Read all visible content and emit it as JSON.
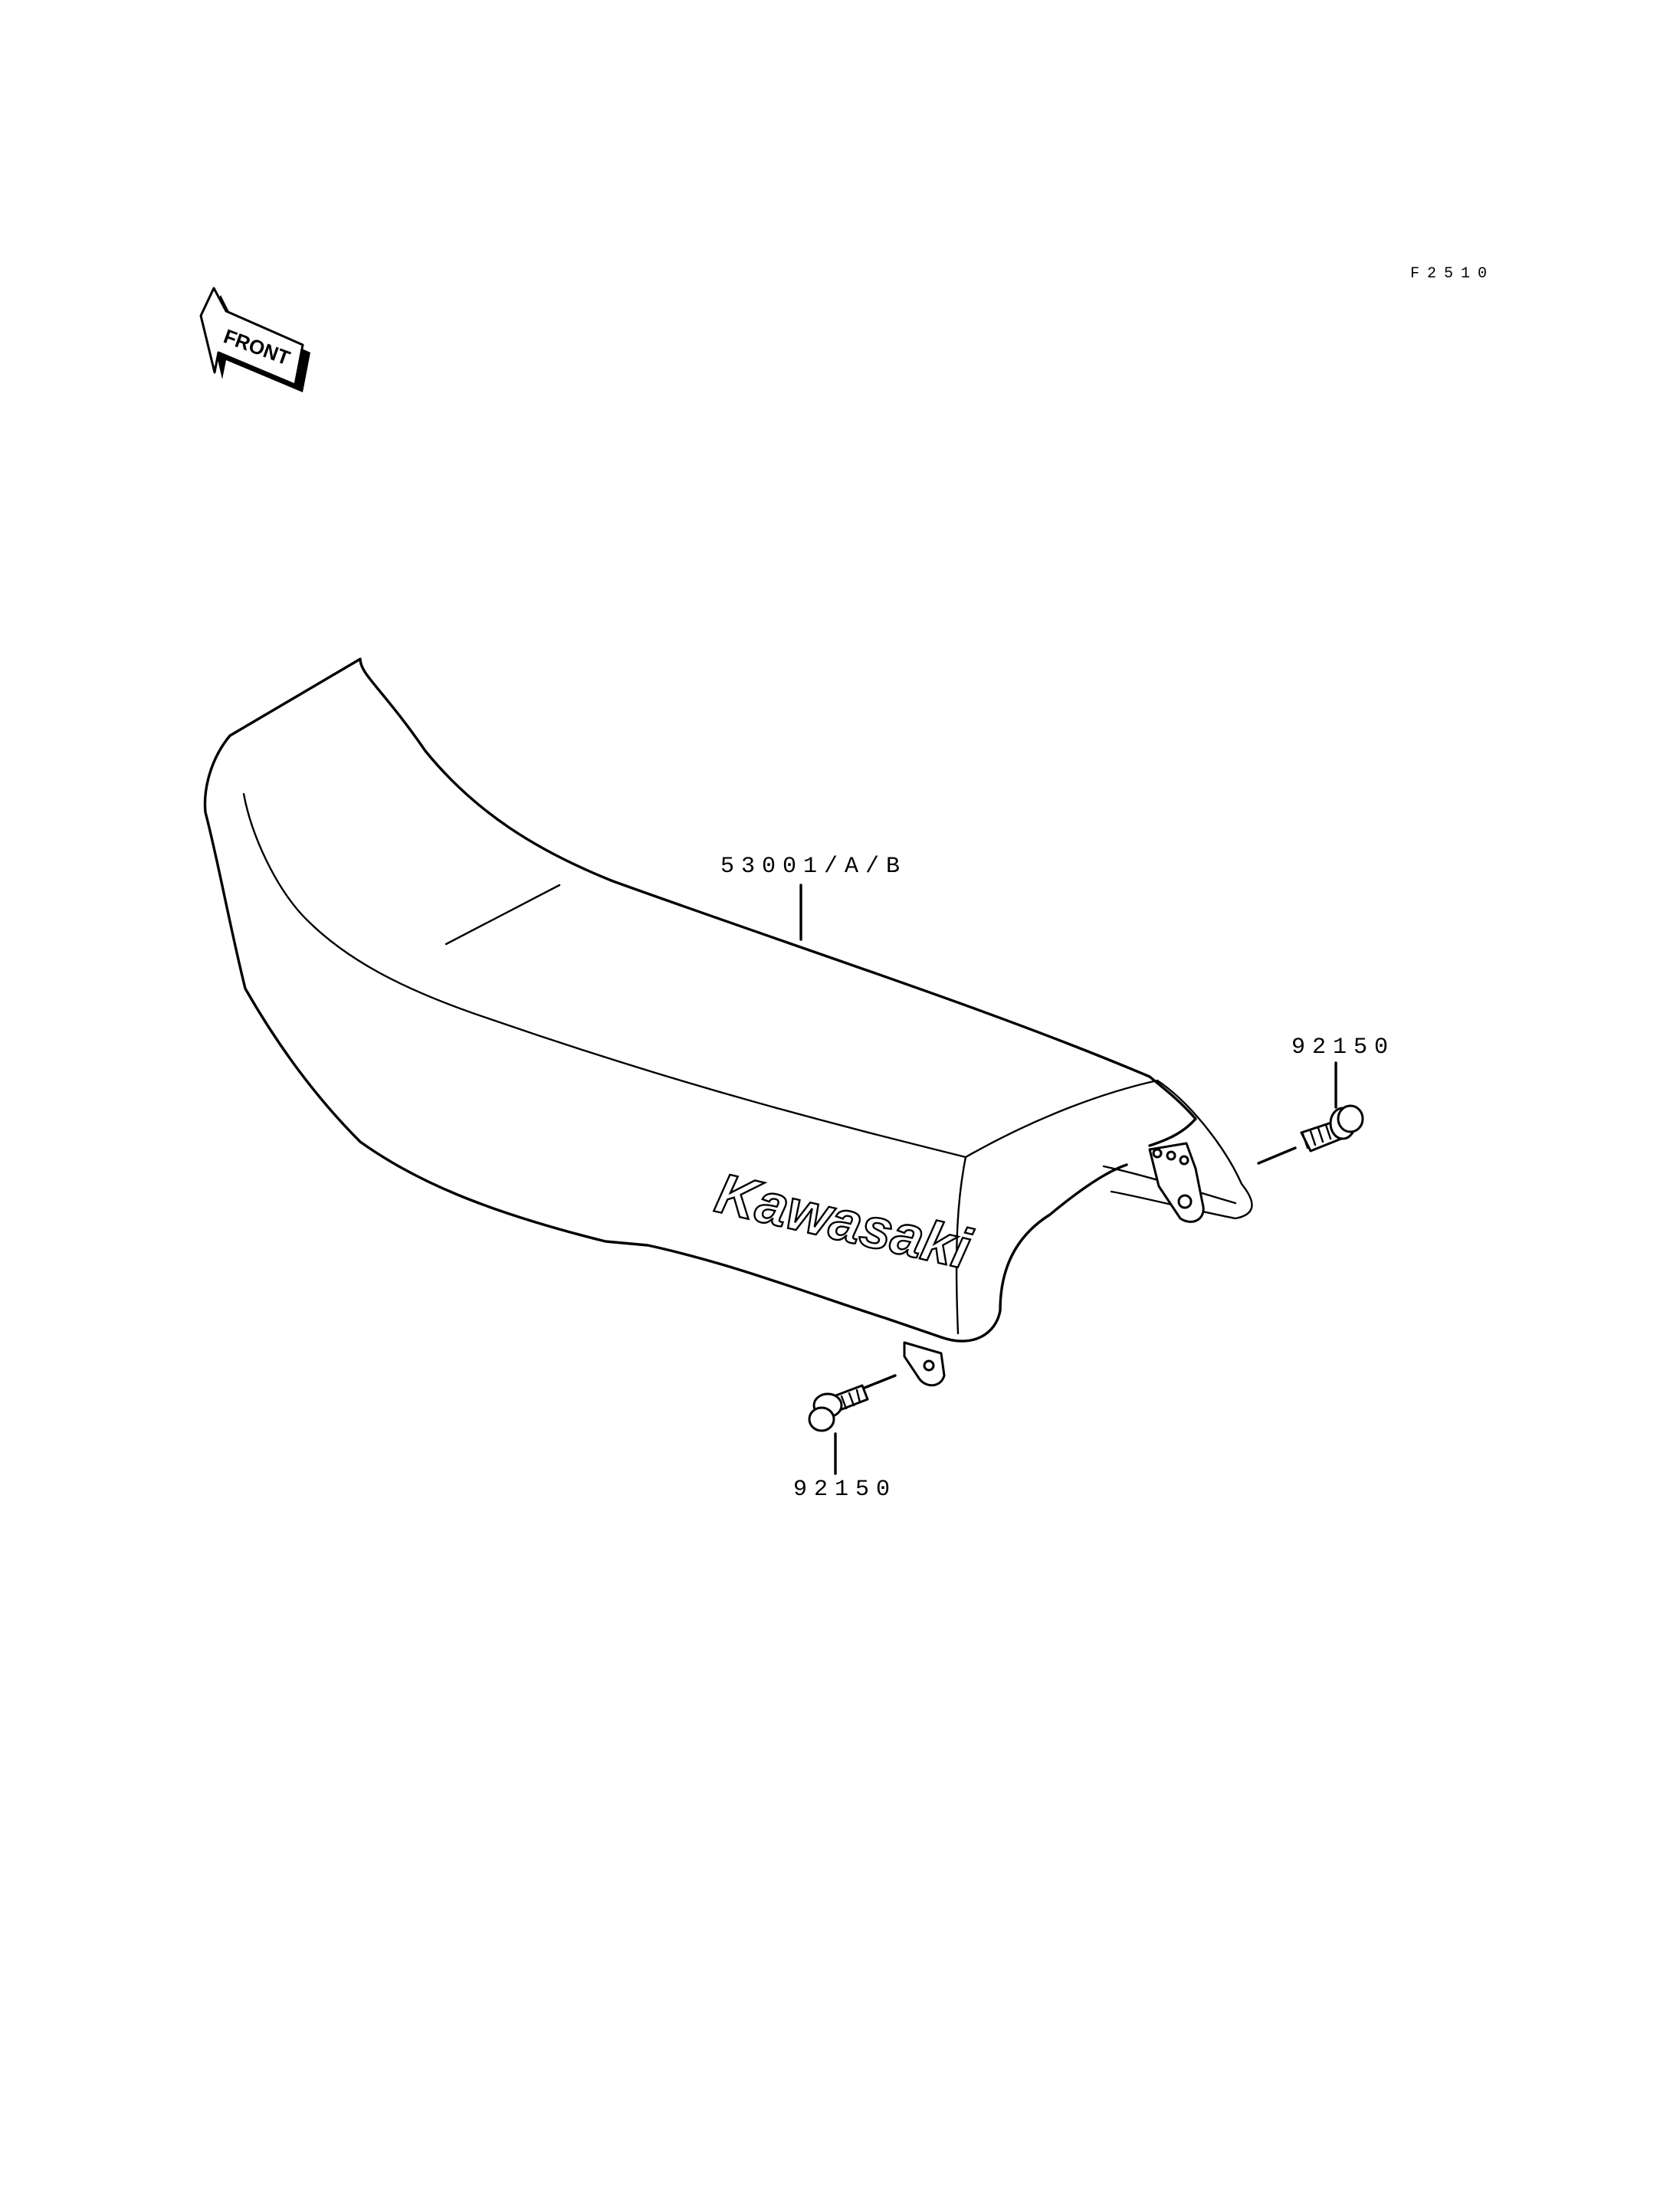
{
  "figure_number": "F2510",
  "front_label": "FRONT",
  "brand_logo": "Kawasaki",
  "callouts": {
    "seat": "53001/A/B",
    "bolt_rear": "92150",
    "bolt_front": "92150"
  }
}
